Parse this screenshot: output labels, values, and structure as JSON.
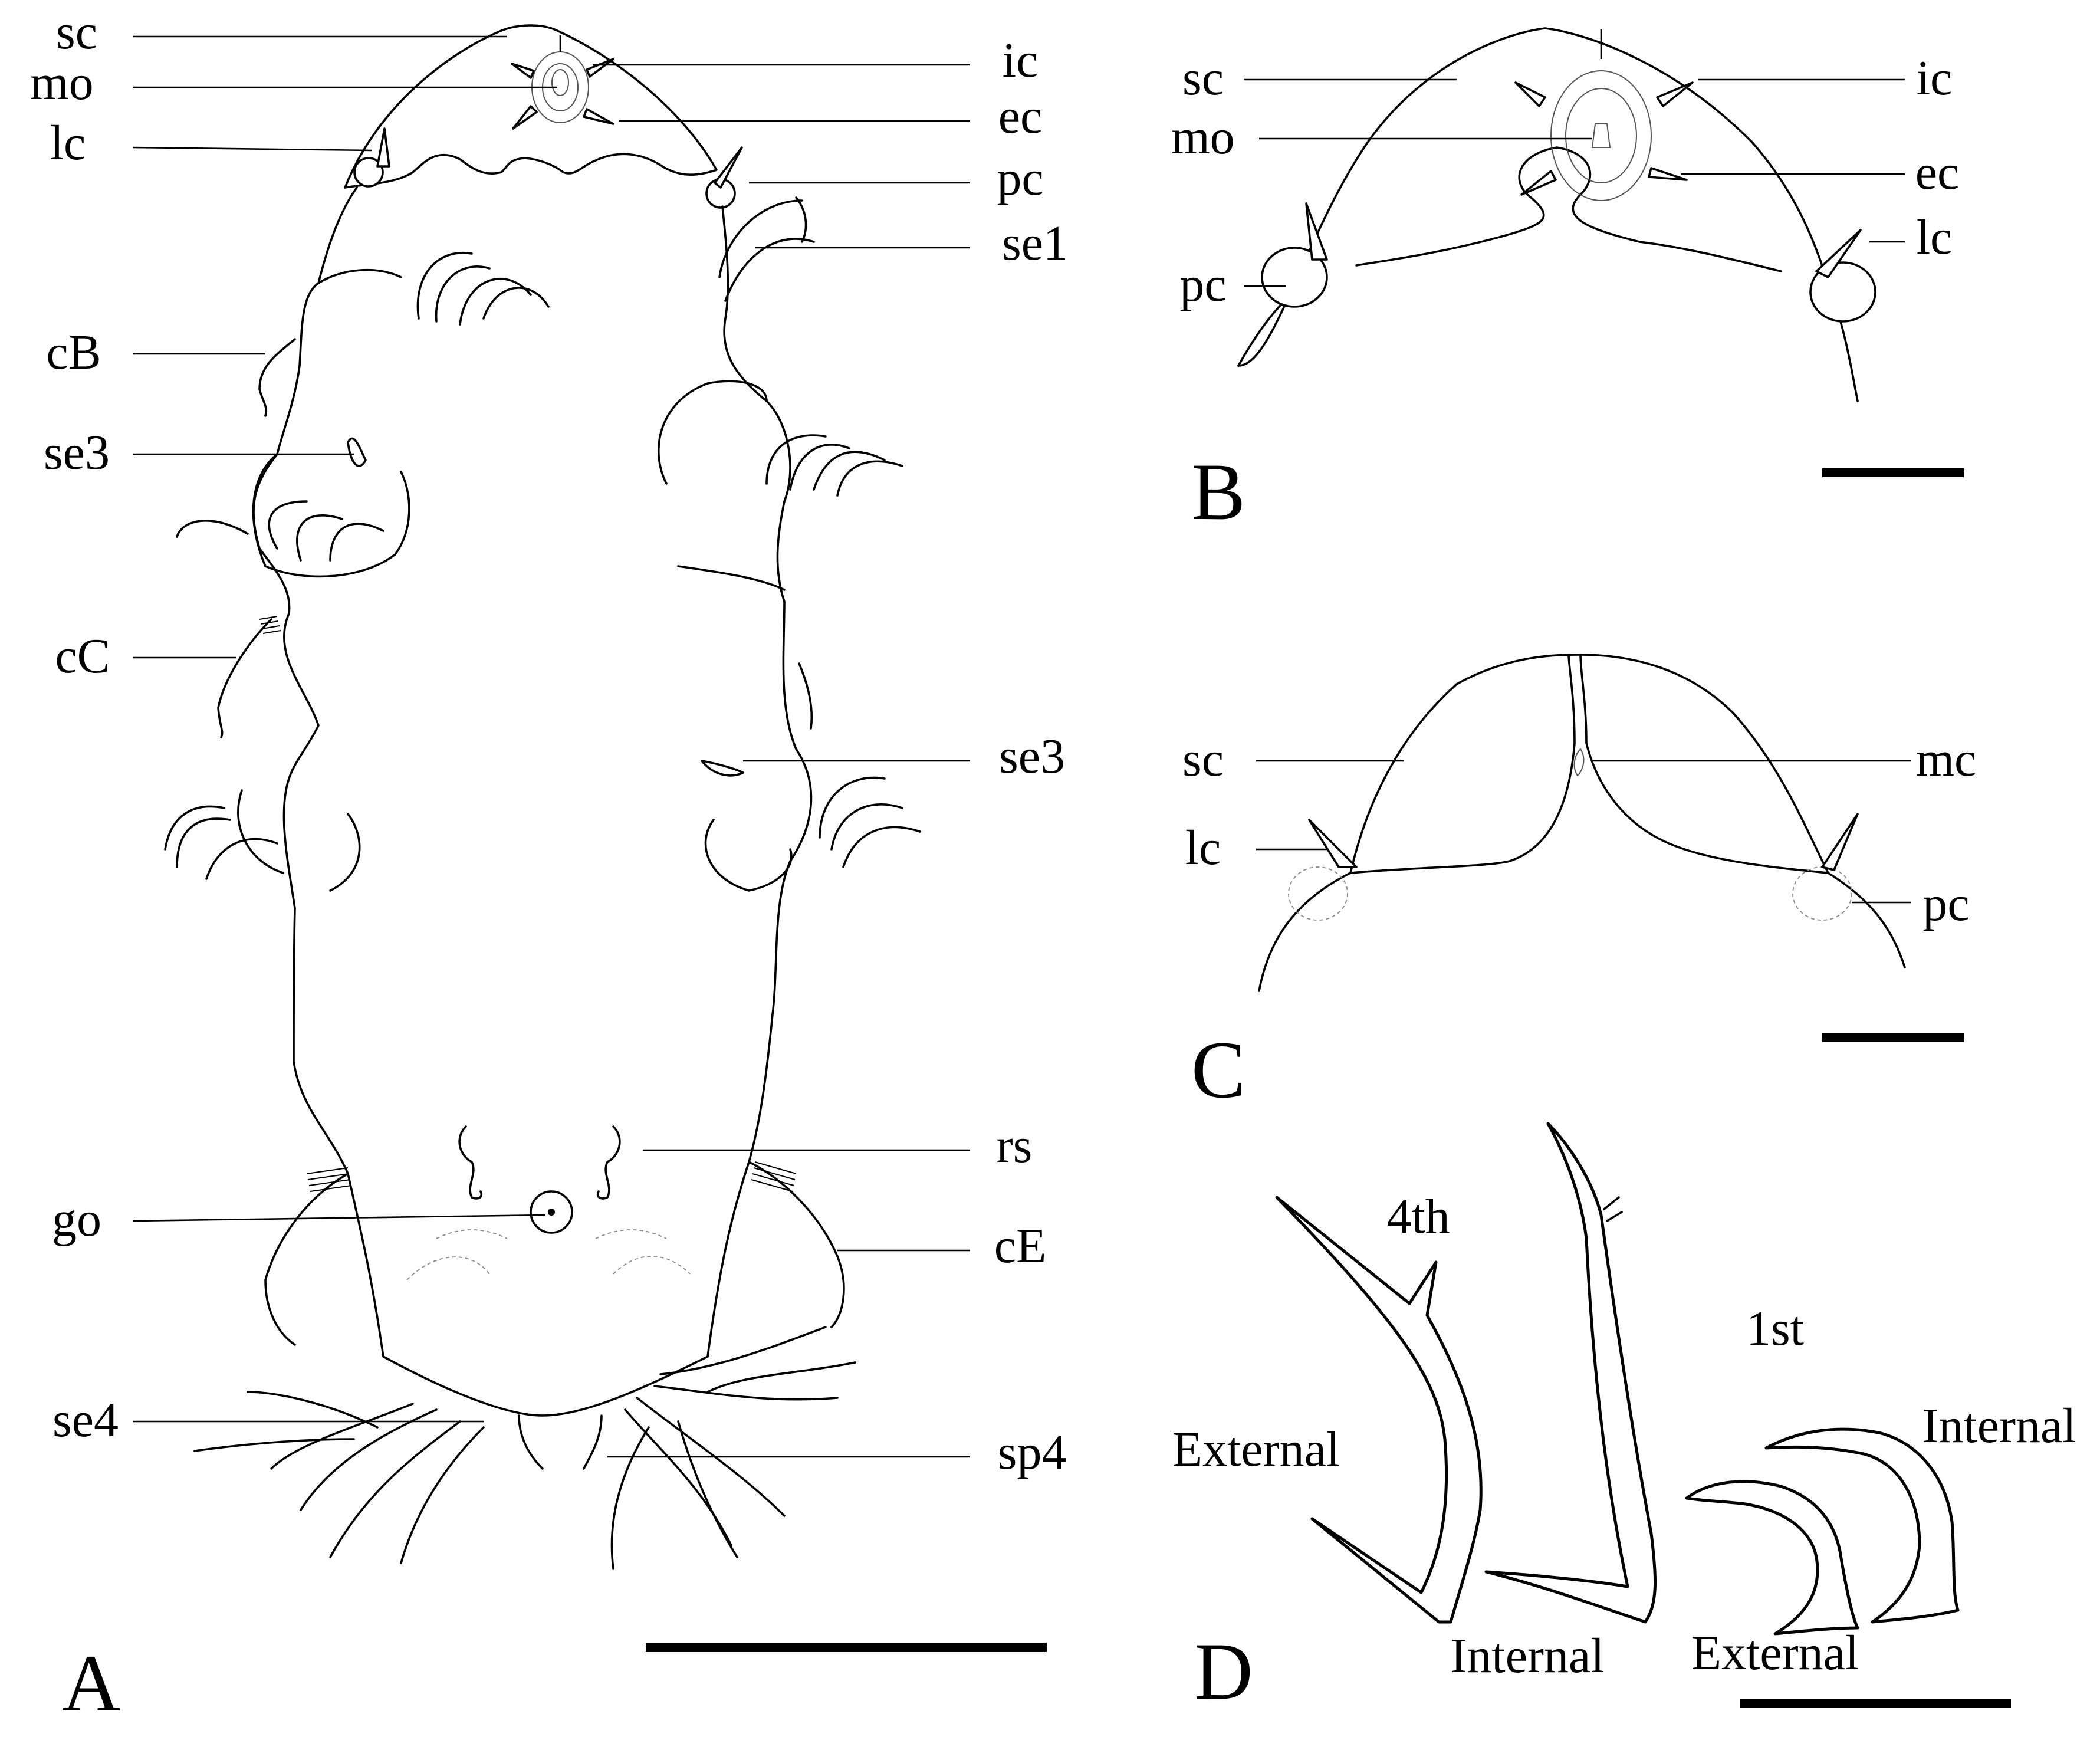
{
  "panels": {
    "A": {
      "letter": "A",
      "left_labels": [
        "sc",
        "mo",
        "lc",
        "cB",
        "se3",
        "cC",
        "go",
        "se4"
      ],
      "right_labels": [
        "ic",
        "ec",
        "pc",
        "se1",
        "se3",
        "rs",
        "cE",
        "sp4"
      ]
    },
    "B": {
      "letter": "B",
      "left_labels": [
        "sc",
        "mo",
        "pc"
      ],
      "right_labels": [
        "ic",
        "ec",
        "lc"
      ]
    },
    "C": {
      "letter": "C",
      "left_labels": [
        "sc",
        "lc"
      ],
      "right_labels": [
        "mc",
        "pc"
      ]
    },
    "D": {
      "letter": "D",
      "claw_groups": [
        {
          "label": "4th",
          "left": "External",
          "right": "Internal"
        },
        {
          "label": "1st",
          "left": "External",
          "right": "Internal"
        }
      ]
    }
  },
  "colors": {
    "ink": "#000000",
    "background": "#ffffff"
  }
}
